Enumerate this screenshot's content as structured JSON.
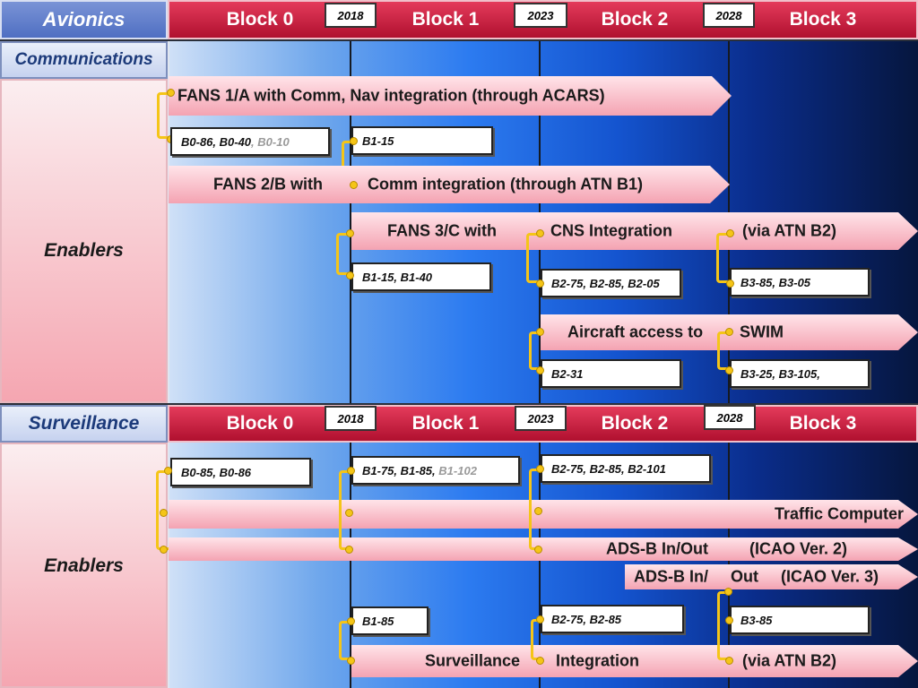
{
  "header": {
    "title": "Avionics",
    "blocks": [
      "Block 0",
      "Block 1",
      "Block 2",
      "Block 3"
    ],
    "years": [
      "2018",
      "2023",
      "2028"
    ]
  },
  "communications": {
    "section_label": "Communications",
    "enablers_label": "Enablers",
    "arrows": {
      "fans1a": "FANS 1/A with Comm, Nav integration (through ACARS)",
      "fans2b_a": "FANS 2/B  with",
      "fans2b_b": "Comm integration  (through ATN B1)",
      "fans3c_a": "FANS 3/C with",
      "fans3c_b": "CNS Integration",
      "fans3c_c": "(via ATN B2)",
      "swim_a": "Aircraft access to",
      "swim_b": "SWIM"
    },
    "refs": {
      "b0_main": "B0-86, B0-40",
      "b0_grey": ", B0-10",
      "b1_15": "B1-15",
      "b1_15_40": "B1-15, B1-40",
      "b2_75": "B2-75, B2-85, B2-05",
      "b3_85": "B3-85, B3-05",
      "b2_31": "B2-31",
      "b3_25": "B3-25, B3-105,"
    }
  },
  "surveillance": {
    "section_label": "Surveillance",
    "enablers_label": "Enablers",
    "blocks": [
      "Block 0",
      "Block 1",
      "Block 2",
      "Block 3"
    ],
    "years": [
      "2018",
      "2023",
      "2028"
    ],
    "arrows": {
      "traffic": "Traffic Computer",
      "adsb2_a": "ADS-B In/Out",
      "adsb2_b": "(ICAO Ver. 2)",
      "adsb3_a": "ADS-B In/",
      "adsb3_b": "Out",
      "adsb3_c": "(ICAO Ver. 3)",
      "surv_a": "Surveillance",
      "surv_b": "Integration",
      "surv_c": "(via ATN B2)"
    },
    "refs": {
      "b0": "B0-85, B0-86",
      "b1_main": "B1-75, B1-85, ",
      "b1_grey": "B1-102",
      "b2_top": "B2-75, B2-85, B2-101",
      "b1_85": "B1-85",
      "b2_bottom": "B2-75, B2-85",
      "b3_85": "B3-85"
    }
  },
  "colors": {
    "block_bar": "#c8183b",
    "connector": "#f5c518",
    "arrow_fill": "#f7b6c2"
  }
}
